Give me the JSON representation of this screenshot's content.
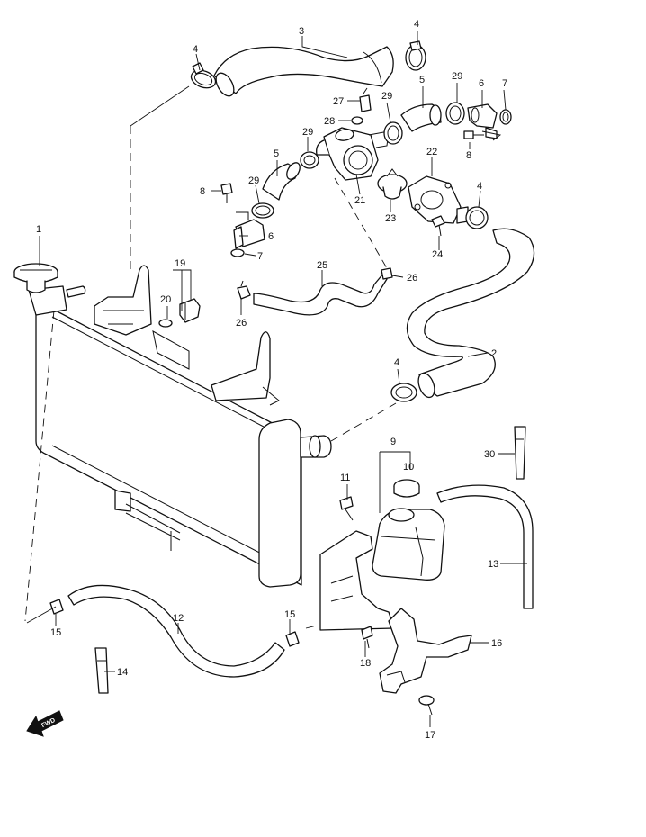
{
  "callouts": {
    "c1": "1",
    "c2": "2",
    "c3": "3",
    "c4a": "4",
    "c4b": "4",
    "c4c": "4",
    "c4d": "4",
    "c5a": "5",
    "c5b": "5",
    "c6a": "6",
    "c6b": "6",
    "c7a": "7",
    "c7b": "7",
    "c8a": "8",
    "c8b": "8",
    "c9": "9",
    "c10": "10",
    "c11": "11",
    "c12": "12",
    "c13": "13",
    "c14": "14",
    "c15a": "15",
    "c15b": "15",
    "c16": "16",
    "c17": "17",
    "c18": "18",
    "c19": "19",
    "c20": "20",
    "c21": "21",
    "c22": "22",
    "c23": "23",
    "c24": "24",
    "c25": "25",
    "c26a": "26",
    "c26b": "26",
    "c27": "27",
    "c28": "28",
    "c29a": "29",
    "c29b": "29",
    "c29c": "29",
    "c29d": "29",
    "c30": "30"
  },
  "fwd_label": "FWD"
}
